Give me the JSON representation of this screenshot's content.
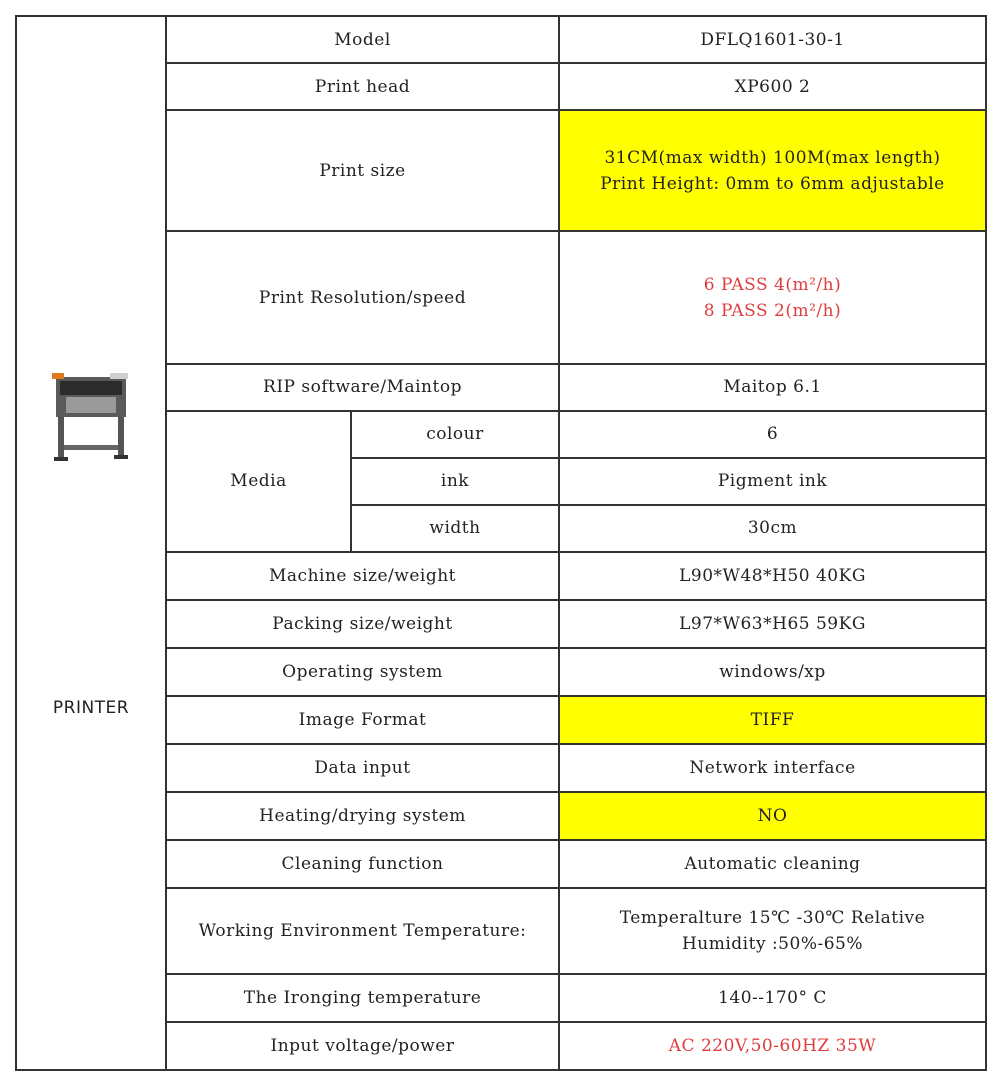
{
  "category": "PRINTER",
  "rows": {
    "model": {
      "label": "Model",
      "value": "DFLQ1601-30-1"
    },
    "print_head": {
      "label": "Print head",
      "value": "XP600 2"
    },
    "print_size": {
      "label": "Print size",
      "value_line1": "31CM(max width)   100M(max length)",
      "value_line2": "Print Height: 0mm to 6mm adjustable"
    },
    "resolution": {
      "label": "Print Resolution/speed",
      "value_line1": "6 PASS  4(m²/h)",
      "value_line2": "8 PASS  2(m²/h)"
    },
    "rip": {
      "label": "RIP software/Maintop",
      "value": "Maitop 6.1"
    },
    "media": {
      "label": "Media",
      "colour": {
        "label": "colour",
        "value": "6"
      },
      "ink": {
        "label": "ink",
        "value": "Pigment ink"
      },
      "width": {
        "label": "width",
        "value": "30cm"
      }
    },
    "machine_size": {
      "label": "Machine size/weight",
      "value": "L90*W48*H50    40KG"
    },
    "packing_size": {
      "label": "Packing size/weight",
      "value": "L97*W63*H65  59KG"
    },
    "os": {
      "label": "Operating system",
      "value": "windows/xp"
    },
    "image_format": {
      "label": "Image Format",
      "value": "TIFF"
    },
    "data_input": {
      "label": "Data input",
      "value": "Network interface"
    },
    "heating": {
      "label": "Heating/drying system",
      "value": "NO"
    },
    "cleaning": {
      "label": "Cleaning function",
      "value": "Automatic cleaning"
    },
    "environment": {
      "label": "Working Environment Temperature:",
      "value_line1": "Temperalture 15℃ -30℃ Relative",
      "value_line2": "Humidity :50%-65%"
    },
    "ironing": {
      "label": "The Ironging temperature",
      "value": "140--170° C"
    },
    "voltage": {
      "label": "Input voltage/power",
      "value": "AC 220V,50-60HZ 35W"
    }
  },
  "colors": {
    "highlight": "#ffff00",
    "red_text": "#e03c3c",
    "border": "#333333"
  },
  "icons": {
    "product_image": "printer-machine-photo"
  }
}
